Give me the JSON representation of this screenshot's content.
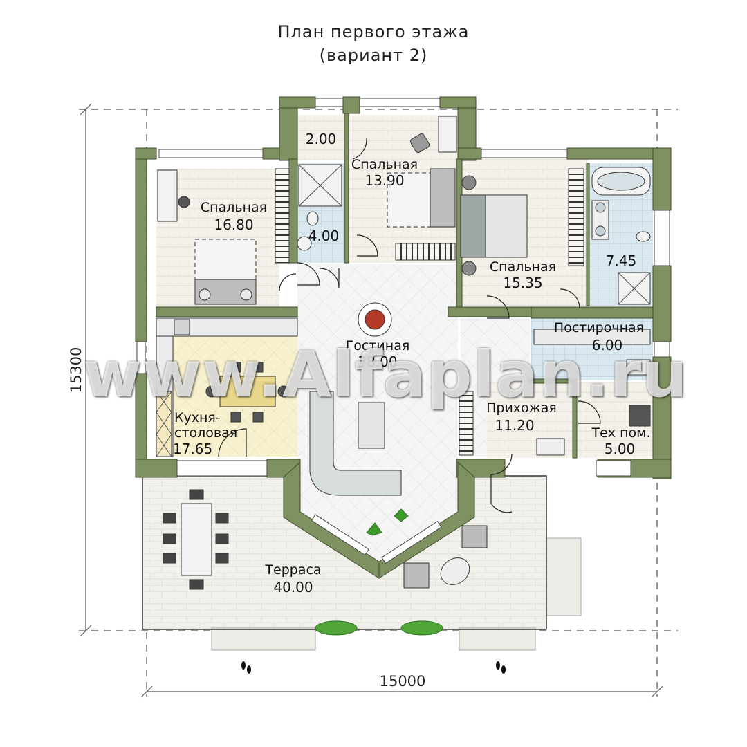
{
  "header": {
    "title": "План первого этажа",
    "subtitle": "(вариант 2)"
  },
  "dimensions": {
    "width": "15000",
    "height": "15300"
  },
  "rooms": [
    {
      "id": "closet",
      "name": "",
      "area": "2.00"
    },
    {
      "id": "bedroom_center",
      "name": "Спальная",
      "area": "13.90"
    },
    {
      "id": "bedroom_left",
      "name": "Спальная",
      "area": "16.80"
    },
    {
      "id": "bathroom_small",
      "name": "",
      "area": "4.00"
    },
    {
      "id": "bedroom_right",
      "name": "Спальная",
      "area": "15.35"
    },
    {
      "id": "bathroom_right",
      "name": "",
      "area": "7.45"
    },
    {
      "id": "laundry",
      "name": "Постирочная",
      "area": "6.00"
    },
    {
      "id": "living",
      "name": "Гостиная",
      "area": "38.00"
    },
    {
      "id": "kitchen",
      "name": "Кухня-\nстоловая",
      "area": "17.65"
    },
    {
      "id": "hall",
      "name": "Прихожая",
      "area": "11.20"
    },
    {
      "id": "tech",
      "name": "Тех пом.",
      "area": "5.00"
    },
    {
      "id": "terrace",
      "name": "Терраса",
      "area": "40.00"
    }
  ],
  "watermark": "www.Alfaplan.ru",
  "colors": {
    "wall": "#7f9160",
    "wall_dark": "#5e6e44",
    "floor_wood": "#f3f0ea",
    "floor_tile_blue": "#dbe8ee",
    "floor_living": "#f4f4f4",
    "kitchen_floor": "#f6f0c8",
    "terrace_floor": "#f2f1ec",
    "plant": "#3d9a2a"
  }
}
